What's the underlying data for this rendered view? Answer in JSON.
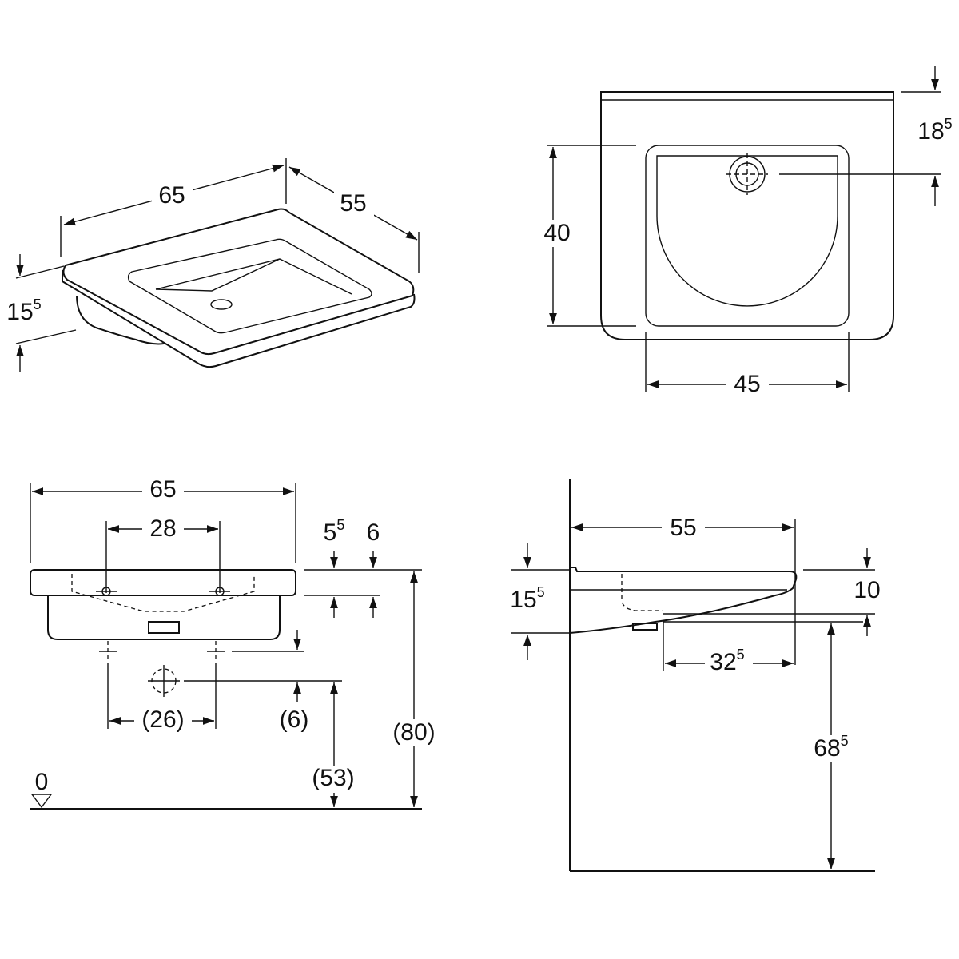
{
  "title": "Washbasin dimension drawing",
  "line_color": "#111111",
  "iso_view": {
    "width": "65",
    "depth": "55",
    "height": {
      "main": "15",
      "sup": "5"
    }
  },
  "top_view": {
    "tap_hole_offset": {
      "main": "18",
      "sup": "5"
    },
    "bowl_depth": "40",
    "bowl_width": "45"
  },
  "front_view": {
    "width": "65",
    "tap_spacing": "28",
    "rim_a": {
      "main": "5",
      "sup": "5"
    },
    "rim_b": "6",
    "supply_spacing": "(26)",
    "supply_offset": "(6)",
    "waste_height": "(53)",
    "rim_height": "(80)",
    "floor_level": "0"
  },
  "side_view": {
    "depth": "55",
    "height": {
      "main": "15",
      "sup": "5"
    },
    "rim_front": "10",
    "drain_offset": {
      "main": "32",
      "sup": "5"
    },
    "underside_height": {
      "main": "68",
      "sup": "5"
    }
  }
}
